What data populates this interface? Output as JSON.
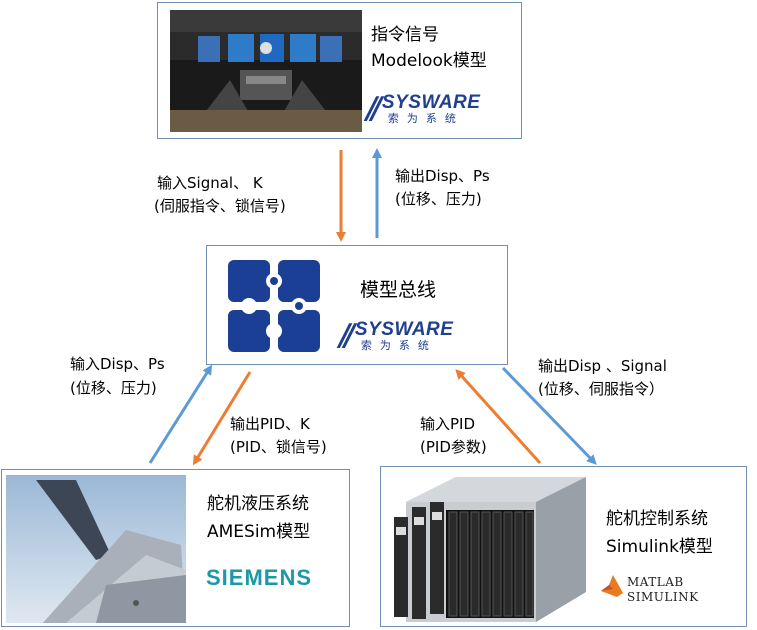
{
  "top_box": {
    "title_line1": "指令信号",
    "title_line2": "Modelook模型",
    "logo_text": "SYSWARE",
    "logo_cn": "索为系统"
  },
  "center_box": {
    "title": "模型总线",
    "logo_text": "SYSWARE",
    "logo_cn": "索为系统"
  },
  "left_box": {
    "title_line1": "舵机液压系统",
    "title_line2": "AMESim模型",
    "logo_text": "SIEMENS"
  },
  "right_box": {
    "title_line1": "舵机控制系统",
    "title_line2": "Simulink模型",
    "logo_line1": "MATLAB",
    "logo_line2": "SIMULINK"
  },
  "labels": {
    "top_in_line1": "输入Signal、 K",
    "top_in_line2": "(伺服指令、锁信号)",
    "top_out_line1": "输出Disp、Ps",
    "top_out_line2": "(位移、压力)",
    "left_in_line1": "输入Disp、Ps",
    "left_in_line2": "(位移、压力)",
    "left_out_line1": "输出PID、K",
    "left_out_line2": "(PID、锁信号)",
    "right_in_line1": "输入PID",
    "right_in_line2": "(PID参数)",
    "right_out_line1": "输出Disp 、Signal",
    "right_out_line2": "(位移、伺服指令）"
  },
  "colors": {
    "orange_arrow": "#ed7d31",
    "blue_arrow": "#5b9bd5",
    "box_border": "#6f8fb3",
    "logo_blue": "#1f3f8f"
  }
}
